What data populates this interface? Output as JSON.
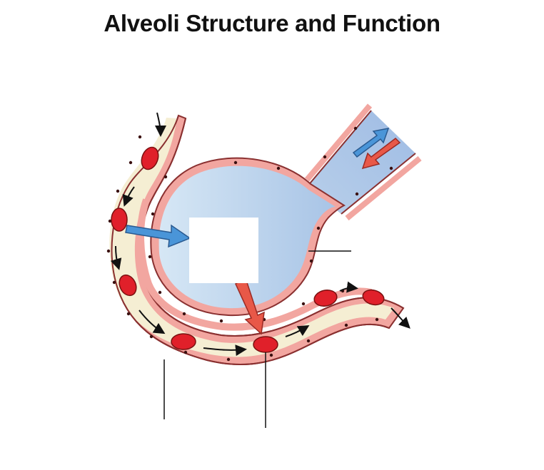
{
  "title": "Alveoli Structure and Function",
  "label_blanks": [
    {
      "id": "deoxygenated-blood-in",
      "text": ""
    },
    {
      "id": "airway-gas-exchange",
      "text": ""
    },
    {
      "id": "carbon-dioxide",
      "text": ""
    },
    {
      "id": "alveolus-wall",
      "text": ""
    },
    {
      "id": "oxygenated-blood-out",
      "text": ""
    },
    {
      "id": "capillary",
      "text": ""
    },
    {
      "id": "red-blood-cell",
      "text": ""
    }
  ],
  "colors": {
    "vessel_wall": "#f2a6a0",
    "vessel_outline": "#8a3030",
    "plasma": "#f5eed3",
    "red_blood_cell": "#e0202a",
    "alveolus_air": "#c9dcee",
    "co2_arrow": "#4a95d8",
    "o2_arrow": "#e85848"
  }
}
